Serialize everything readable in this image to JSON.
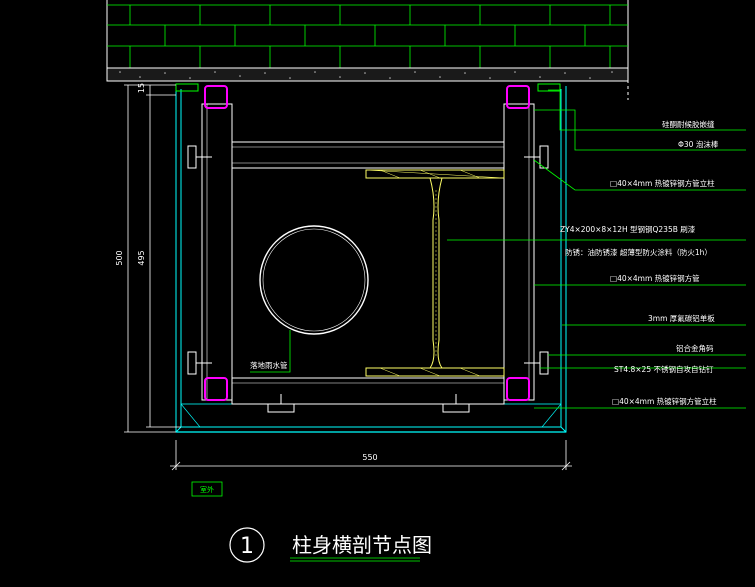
{
  "drawing": {
    "title": "柱身横剖节点图",
    "number": "1",
    "tag": "室外"
  },
  "dimensions": {
    "bottom": "550",
    "left_outer": "500",
    "left_inner": "495",
    "top_small": "15"
  },
  "callouts": [
    "硅酮耐候胶嵌缝",
    "Φ30 泡沫棒",
    "□40×4mm  热镀锌钢方管立柱",
    "ZY4×200×8×12H  型钢钢Q235B  刷漆",
    "防锈：油防锈漆  超薄型防火涂料（防火1h）",
    "□40×4mm  热镀锌钢方管",
    "3mm  厚氟碳铝单板",
    "铝合金角码",
    "ST4.8×25  不锈钢自攻自钻钉",
    "□40×4mm  热镀锌钢方管立柱"
  ],
  "inner_label": "落地雨水管",
  "colors": {
    "background": "#000000",
    "line_white": "#ffffff",
    "line_cyan": "#00ffff",
    "line_green": "#00ff00",
    "line_magenta": "#ff00ff",
    "line_yellow": "#ffff66"
  }
}
